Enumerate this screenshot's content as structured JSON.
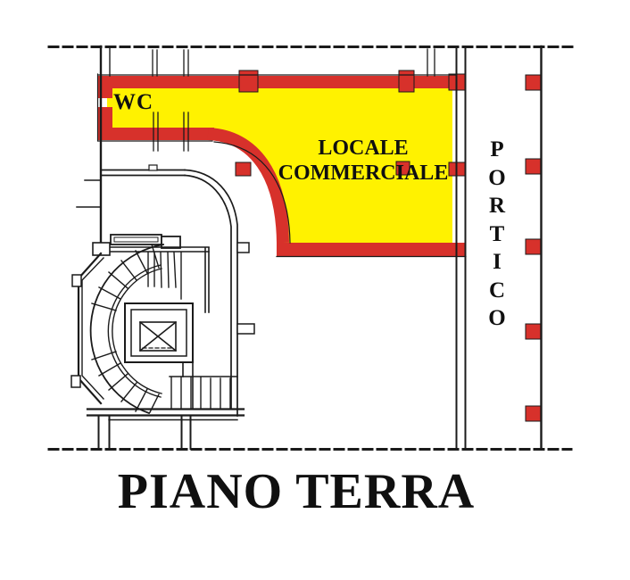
{
  "plan": {
    "labels": {
      "wc": "WC",
      "room_line1": "LOCALE",
      "room_line2": "COMMERCIALE",
      "portico": {
        "word": "PORTICO",
        "letters": [
          "P",
          "O",
          "R",
          "T",
          "I",
          "C",
          "O"
        ]
      }
    },
    "title": "PIANO TERRA",
    "colors": {
      "highlight": "#FFF200",
      "wall": "#D7312B",
      "line": "#1B1B1B",
      "background": "#FFFFFF",
      "text": "#101010"
    }
  }
}
